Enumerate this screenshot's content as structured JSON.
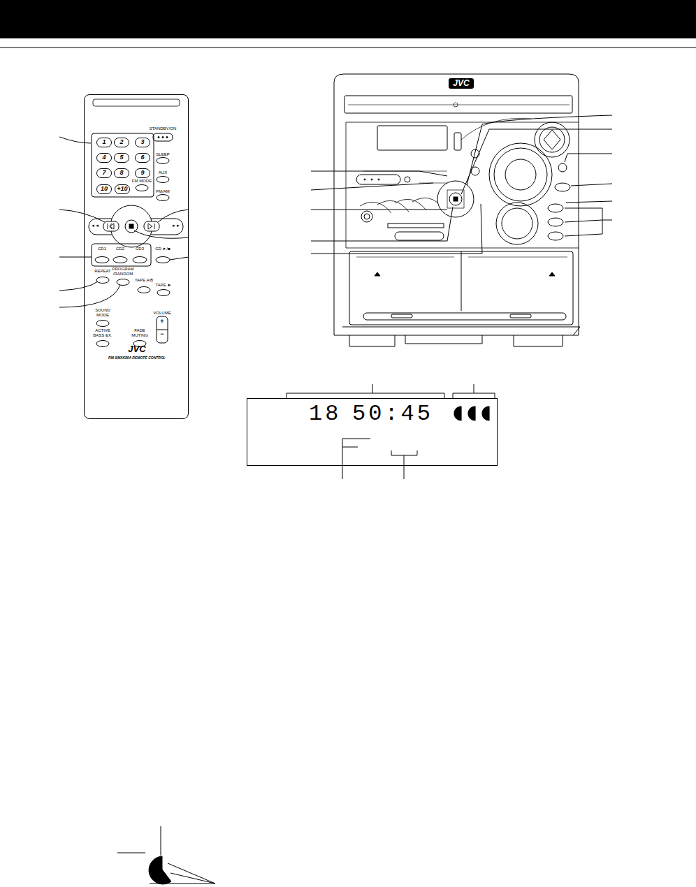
{
  "diagram": {
    "nodes": [
      {
        "text": [
          "JVC",
          "RM-SMXK50A REMOTE CONTROL"
        ]
      },
      {
        "text": [
          "1"
        ],
        "in": 0
      },
      {
        "text": [
          "2"
        ],
        "in": 0
      },
      {
        "text": [
          "3"
        ],
        "in": 0
      },
      {
        "text": [
          "4"
        ],
        "in": 0
      },
      {
        "text": [
          "5"
        ],
        "in": 0
      },
      {
        "text": [
          "6"
        ],
        "in": 0
      },
      {
        "text": [
          "7"
        ],
        "in": 0
      },
      {
        "text": [
          "8"
        ],
        "in": 0
      },
      {
        "text": [
          "9"
        ],
        "in": 0
      },
      {
        "text": [
          "10"
        ],
        "in": 0
      },
      {
        "text": [
          "+10"
        ],
        "in": 0
      },
      {
        "text": [
          "JVC"
        ]
      },
      {
        "text": [
          "18",
          "50:45"
        ]
      }
    ],
    "edges": [],
    "labels": [
      "STANDBY/ON",
      "SLEEP",
      "AUX",
      "FM MODE",
      "FM/AM",
      "◄◄",
      "►►",
      "CD1",
      "CD2",
      "CD3",
      "CD ►/■",
      "REPEAT",
      "PROGRAM /RANDOM",
      "TAPE A/B",
      "TAPE ►",
      "SOUND MODE",
      "ACTIVE BASS EX.",
      "FADE MUTING",
      "VOLUME",
      "+",
      "−"
    ]
  }
}
